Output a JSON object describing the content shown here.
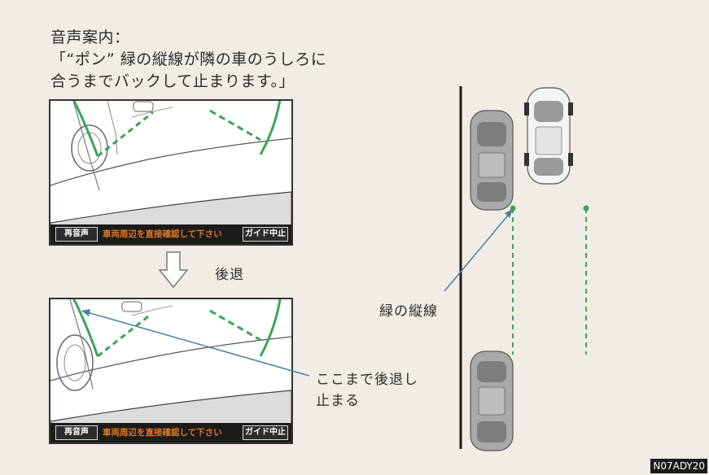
{
  "instruction": {
    "line1": "音声案内：",
    "line2": "「“ポン” 緑の縦線が隣の車のうしろに",
    "line3": "合うまでバックして止まります。」"
  },
  "camera_screen": {
    "replay_button": "再音声",
    "message": "車両周辺を直接確認して下さい",
    "stop_guide_button": "ガイド中止"
  },
  "labels": {
    "reverse": "後退",
    "green_vertical_line": "緑の縦線",
    "stop_here_line1": "ここまで後退し",
    "stop_here_line2": "止まる"
  },
  "figure_code": "N07ADY20",
  "colors": {
    "background": "#f1ede6",
    "guide_green": "#3aa655",
    "pointer_blue": "#4a7fa8",
    "message_orange": "#e07a20"
  }
}
